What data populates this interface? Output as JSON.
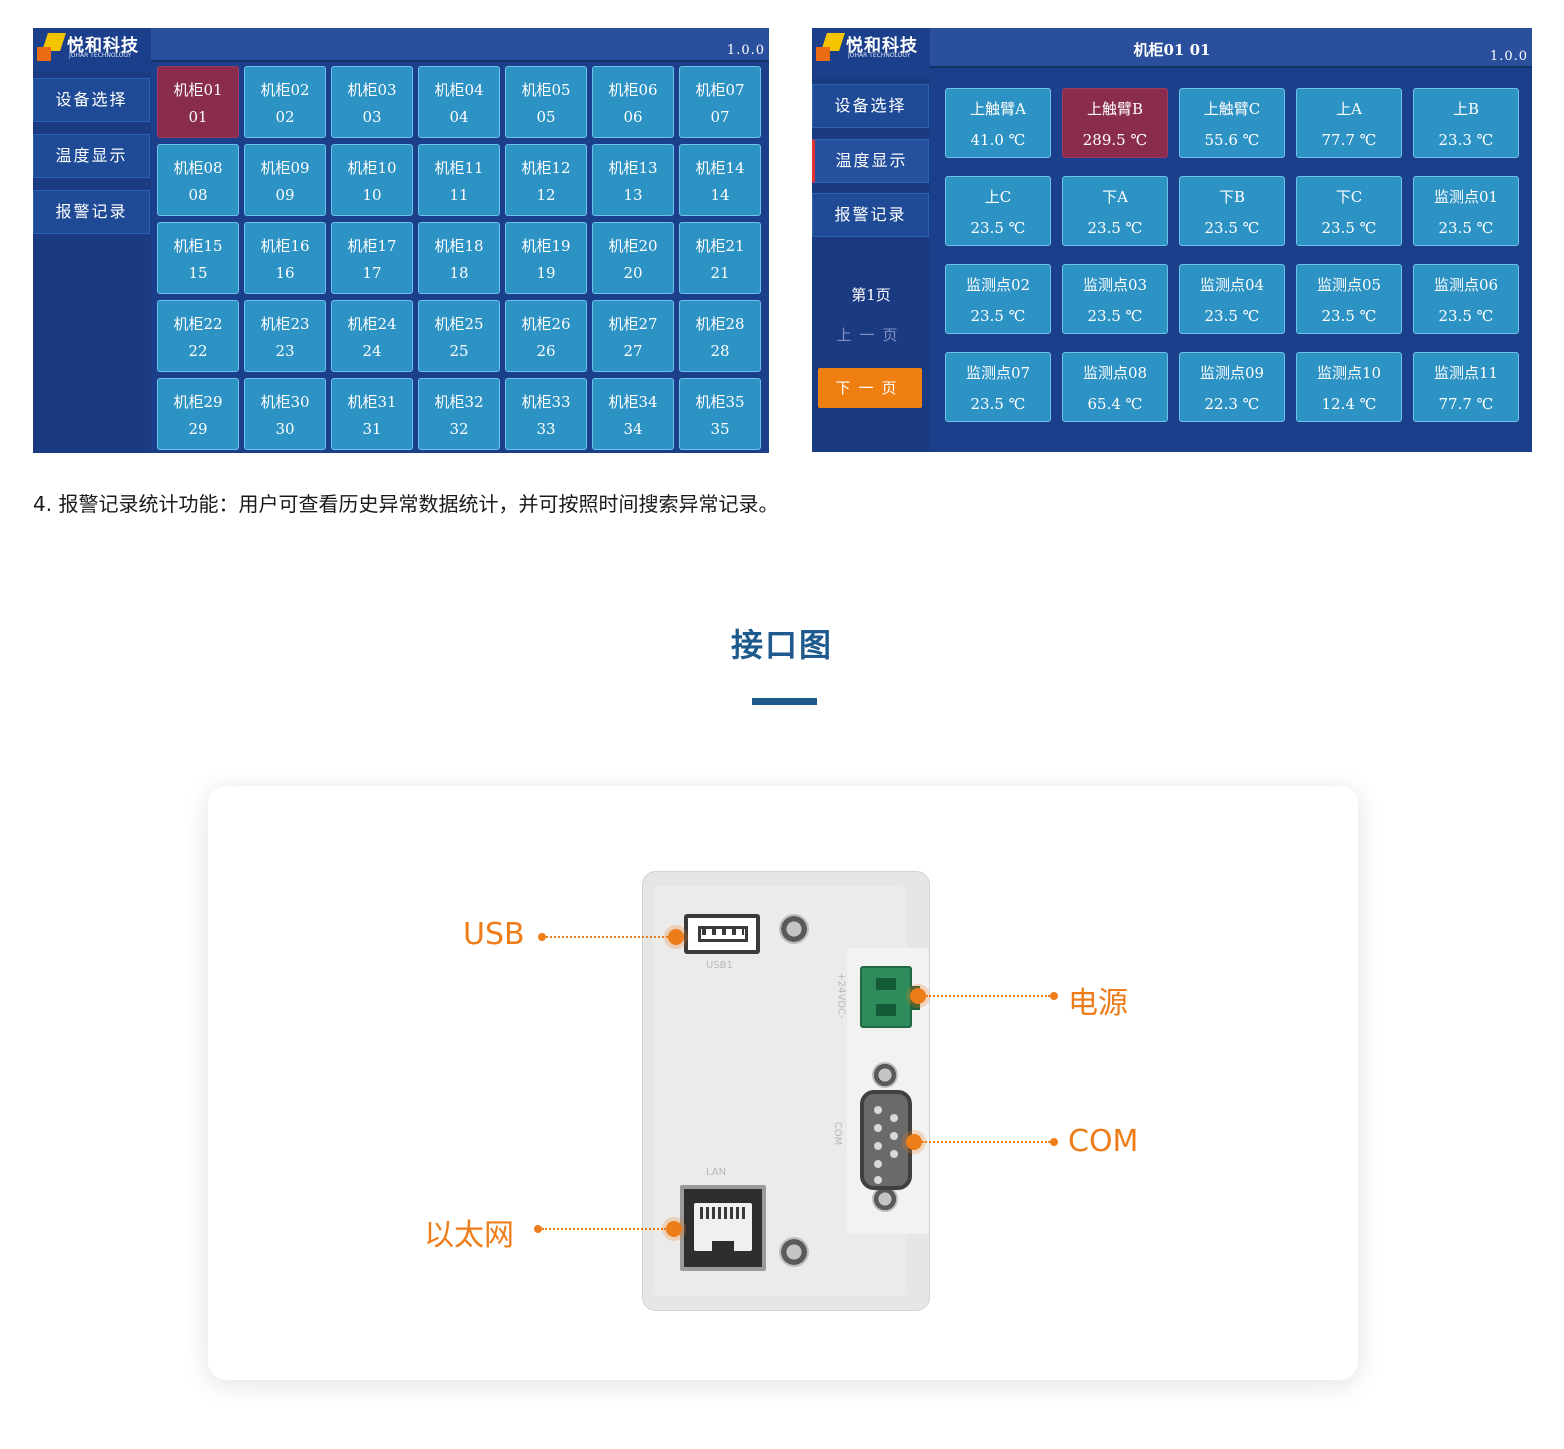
{
  "brand": {
    "name_cn": "悦和科技",
    "name_en": "JOHAR TECHNOLOGY"
  },
  "left_screen": {
    "version": "1.0.0",
    "sidebar": [
      {
        "label": "设备选择",
        "active": true
      },
      {
        "label": "温度显示",
        "active": false
      },
      {
        "label": "报警记录",
        "active": false
      }
    ],
    "cabinets": [
      {
        "name": "机柜01",
        "num": "01",
        "selected": true
      },
      {
        "name": "机柜02",
        "num": "02"
      },
      {
        "name": "机柜03",
        "num": "03"
      },
      {
        "name": "机柜04",
        "num": "04"
      },
      {
        "name": "机柜05",
        "num": "05"
      },
      {
        "name": "机柜06",
        "num": "06"
      },
      {
        "name": "机柜07",
        "num": "07"
      },
      {
        "name": "机柜08",
        "num": "08"
      },
      {
        "name": "机柜09",
        "num": "09"
      },
      {
        "name": "机柜10",
        "num": "10"
      },
      {
        "name": "机柜11",
        "num": "11"
      },
      {
        "name": "机柜12",
        "num": "12"
      },
      {
        "name": "机柜13",
        "num": "13"
      },
      {
        "name": "机柜14",
        "num": "14"
      },
      {
        "name": "机柜15",
        "num": "15"
      },
      {
        "name": "机柜16",
        "num": "16"
      },
      {
        "name": "机柜17",
        "num": "17"
      },
      {
        "name": "机柜18",
        "num": "18"
      },
      {
        "name": "机柜19",
        "num": "19"
      },
      {
        "name": "机柜20",
        "num": "20"
      },
      {
        "name": "机柜21",
        "num": "21"
      },
      {
        "name": "机柜22",
        "num": "22"
      },
      {
        "name": "机柜23",
        "num": "23"
      },
      {
        "name": "机柜24",
        "num": "24"
      },
      {
        "name": "机柜25",
        "num": "25"
      },
      {
        "name": "机柜26",
        "num": "26"
      },
      {
        "name": "机柜27",
        "num": "27"
      },
      {
        "name": "机柜28",
        "num": "28"
      },
      {
        "name": "机柜29",
        "num": "29"
      },
      {
        "name": "机柜30",
        "num": "30"
      },
      {
        "name": "机柜31",
        "num": "31"
      },
      {
        "name": "机柜32",
        "num": "32"
      },
      {
        "name": "机柜33",
        "num": "33"
      },
      {
        "name": "机柜34",
        "num": "34"
      },
      {
        "name": "机柜35",
        "num": "35"
      }
    ]
  },
  "right_screen": {
    "title": "机柜01 01",
    "version": "1.0.0",
    "sidebar": [
      {
        "label": "设备选择",
        "active": false
      },
      {
        "label": "温度显示",
        "active": true
      },
      {
        "label": "报警记录",
        "active": false
      }
    ],
    "page_label": "第1页",
    "prev_label": "上一页",
    "next_label": "下一页",
    "sensors": [
      {
        "name": "上触臂A",
        "value": "41.0 ℃"
      },
      {
        "name": "上触臂B",
        "value": "289.5 ℃",
        "alarm": true
      },
      {
        "name": "上触臂C",
        "value": "55.6 ℃"
      },
      {
        "name": "上A",
        "value": "77.7 ℃"
      },
      {
        "name": "上B",
        "value": "23.3 ℃"
      },
      {
        "name": "上C",
        "value": "23.5 ℃"
      },
      {
        "name": "下A",
        "value": "23.5 ℃"
      },
      {
        "name": "下B",
        "value": "23.5 ℃"
      },
      {
        "name": "下C",
        "value": "23.5 ℃"
      },
      {
        "name": "监测点01",
        "value": "23.5 ℃"
      },
      {
        "name": "监测点02",
        "value": "23.5 ℃"
      },
      {
        "name": "监测点03",
        "value": "23.5 ℃"
      },
      {
        "name": "监测点04",
        "value": "23.5 ℃"
      },
      {
        "name": "监测点05",
        "value": "23.5 ℃"
      },
      {
        "name": "监测点06",
        "value": "23.5 ℃"
      },
      {
        "name": "监测点07",
        "value": "23.5 ℃"
      },
      {
        "name": "监测点08",
        "value": "65.4 ℃"
      },
      {
        "name": "监测点09",
        "value": "22.3 ℃"
      },
      {
        "name": "监测点10",
        "value": "12.4 ℃"
      },
      {
        "name": "监测点11",
        "value": "77.7 ℃"
      }
    ]
  },
  "caption": "4. 报警记录统计功能：用户可查看历史异常数据统计，并可按照时间搜索异常记录。",
  "section": {
    "title": "接口图"
  },
  "interface": {
    "labels": {
      "usb": "USB",
      "power": "电源",
      "com": "COM",
      "ethernet": "以太网"
    },
    "port_tags": {
      "usb": "USB1",
      "lan": "LAN",
      "power": "+24VDC-",
      "com": "COM"
    }
  },
  "colors": {
    "panel": "#1b3f8a",
    "tile": "#2d92c4",
    "alarm": "#8a2c4e",
    "accent": "#ed7d1a",
    "heading": "#1e5a8e"
  }
}
